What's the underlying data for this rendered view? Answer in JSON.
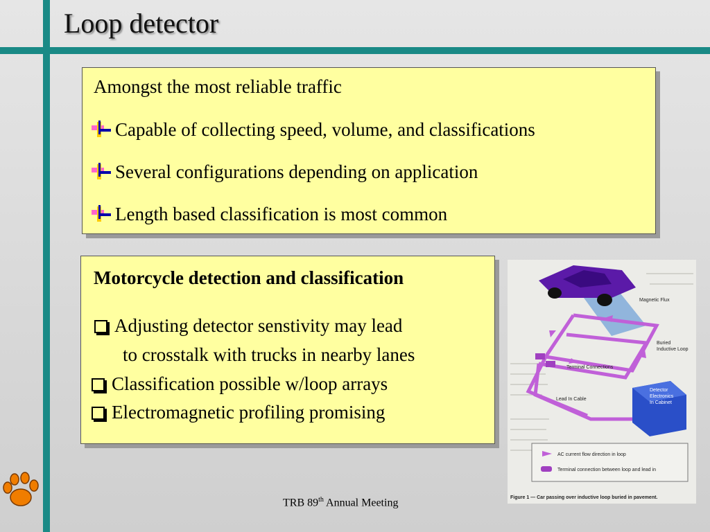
{
  "slide": {
    "title": "Loop detector",
    "box1": {
      "intro": "Amongst the most reliable traffic",
      "bullets": [
        "Capable of collecting speed, volume, and classifications",
        "Several configurations depending on application",
        "Length based classification is most common"
      ]
    },
    "box2": {
      "heading": "Motorcycle detection and classification",
      "items": [
        "Adjusting detector senstivity may lead",
        "to crosstalk with trucks in nearby lanes",
        "Classification possible w/loop arrays",
        "Electromagnetic profiling promising"
      ]
    },
    "figure": {
      "labels": {
        "magnetic_flux": "Magnetic Flux",
        "buried_loop_1": "Buried",
        "buried_loop_2": "Inductive Loop",
        "terminal": "Terminal Connections",
        "lead_in": "Lead In Cable",
        "detector_1": "Detector",
        "detector_2": "Electronics",
        "detector_3": "In Cabinet",
        "legend_1": "AC current flow direction in loop",
        "legend_2": "Terminal connection between loop and lead in",
        "caption": "Figure 1 — Car passing over inductive loop buried in pavement."
      }
    },
    "footer": {
      "text": "TRB 89",
      "sup": "th",
      "rest": " Annual Meeting"
    }
  },
  "colors": {
    "accent_line": "#1a8a86",
    "box_fill": "#ffffa0",
    "paw": "#f07d00"
  }
}
